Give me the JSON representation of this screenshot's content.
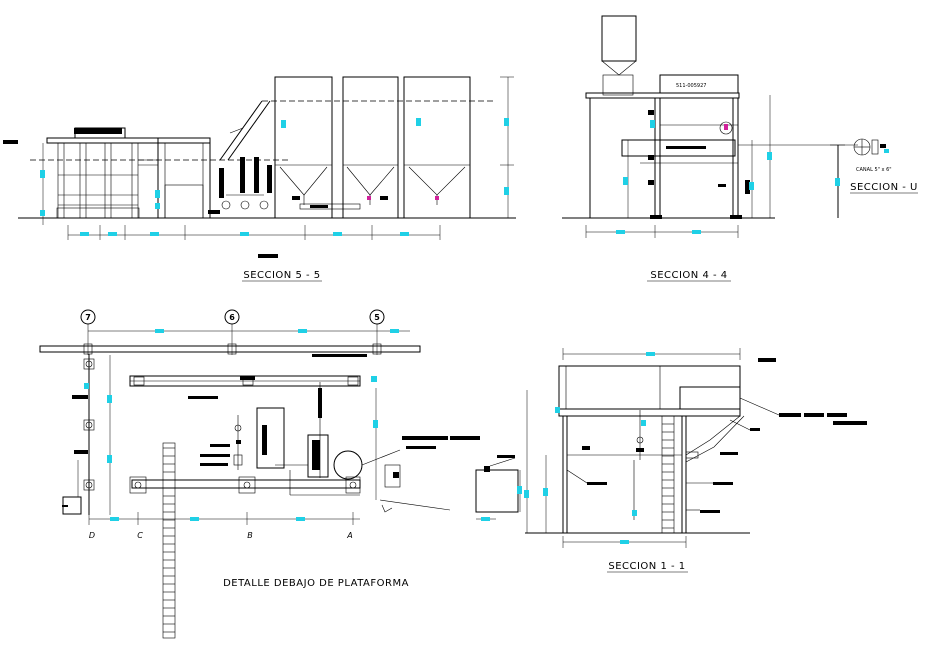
{
  "titles": {
    "sec55": "SECCION 5 - 5",
    "sec44": "SECCION 4 - 4",
    "secU": "SECCION - U",
    "sec11": "SECCION 1 - 1",
    "detalle": "DETALLE DEBAJO DE PLATAFORMA"
  },
  "labels": {
    "code": "511-005927",
    "canal": "CANAL 5\" x 6\""
  },
  "grid": {
    "bubbles": [
      "7",
      "6",
      "5"
    ],
    "axes": [
      "D",
      "C",
      "B",
      "A"
    ]
  },
  "colors": {
    "dimension": "#1fd0e6",
    "linework": "#000000",
    "accent": "#d0209a"
  }
}
